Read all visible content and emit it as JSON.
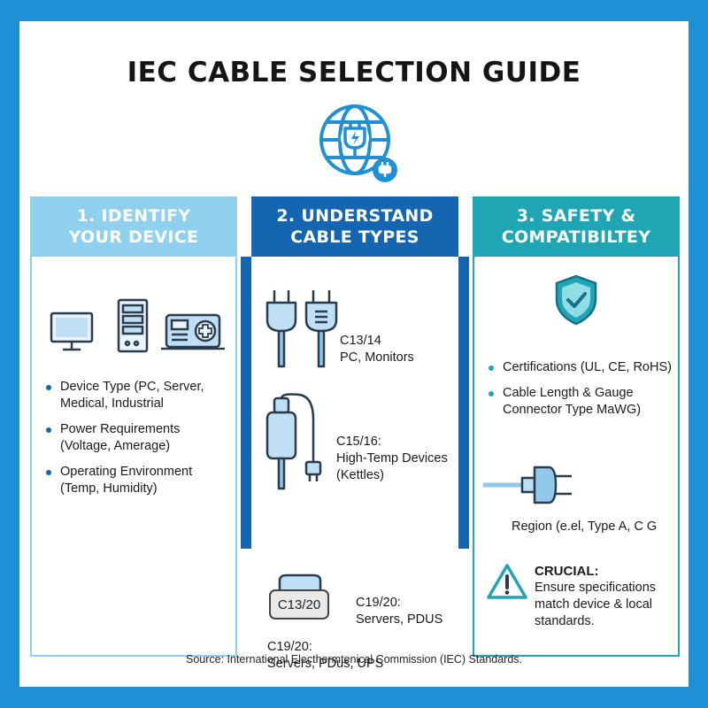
{
  "title": "IEC CABLE SELECTION GUIDE",
  "icons": {
    "hero": "globe-plug-icon",
    "device_1": "monitor-icon",
    "device_2": "server-tower-icon",
    "device_3": "medical-device-icon",
    "plug_c13": "c13-plug-icon",
    "plug_c14": "c14-plug-icon",
    "plug_c15": "c15-plug-icon",
    "connector_c20": "c20-connector-icon",
    "shield": "shield-check-icon",
    "region_plug": "region-plug-icon",
    "warning": "warning-icon"
  },
  "colors": {
    "background": "#1f8fd6",
    "col1_head": "#8fd0ee",
    "col2_head": "#1466b0",
    "col3_head": "#1ea6b5"
  },
  "columns": [
    {
      "heading": "1. IDENTIFY\nYOUR DEVICE",
      "items": [
        "Device Type (PC, Server, Medical, Industrial",
        "Power Requirements (Voltage, Amerage)",
        "Operating Environment (Temp, Humidity)"
      ]
    },
    {
      "heading": "2. UNDERSTAND\nCABLE TYPES",
      "c13_14": {
        "name": "C13/14",
        "use": "PC, Monitors"
      },
      "c15_16": {
        "name": "C15/16:",
        "use": "High-Temp Devices (Kettles)"
      },
      "c19_20_box": "C13/20",
      "c19_20_a": {
        "name": "C19/20:",
        "use": "Servers, PDUS"
      },
      "c19_20_b": {
        "name": "C19/20:",
        "use": "Servers, PDus, UPS"
      }
    },
    {
      "heading": "3. SAFETY &\nCOMPATIBILTEY",
      "items": [
        "Certifications (UL, CE, RoHS)",
        "Cable Length & Gauge Connector Type MaWG)"
      ],
      "region": "Region (e.el, Type A, C G",
      "crucial_title": "CRUCIAL:",
      "crucial_text": "Ensure specifications match device & local standards."
    }
  ],
  "source": "Source: International Electhermtenical Commission (IEC) Standards."
}
